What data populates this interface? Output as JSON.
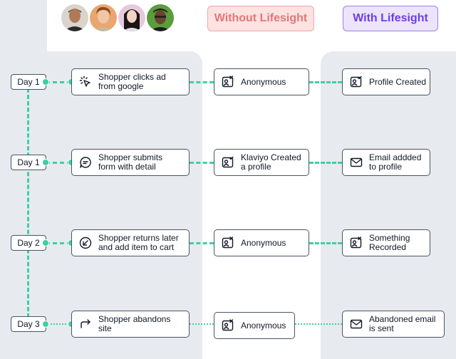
{
  "headers": {
    "without": "Without Lifesight",
    "with": "With Lifesight"
  },
  "avatars": [
    {
      "name": "avatar-person-1",
      "bg": "#d9d4cc"
    },
    {
      "name": "avatar-person-2",
      "bg": "#e9a670"
    },
    {
      "name": "avatar-person-3",
      "bg": "#e7c9df"
    },
    {
      "name": "avatar-person-4",
      "bg": "#5a9d3c"
    }
  ],
  "rows": [
    {
      "day": "Day 1",
      "action": {
        "text": "Shopper clicks ad\nfrom google",
        "icon": "cursor-click-icon"
      },
      "without": {
        "text": "Anonymous",
        "icon": "profile-card-x-icon"
      },
      "with": {
        "text": "Profile Created",
        "icon": "profile-card-check-icon"
      }
    },
    {
      "day": "Day 1",
      "action": {
        "text": "Shopper submits\nform with detail",
        "icon": "chat-bubble-icon"
      },
      "without": {
        "text": "Klaviyo Created\na profile",
        "icon": "profile-card-check-icon"
      },
      "with": {
        "text": "Email addded\nto profile",
        "icon": "envelope-icon"
      }
    },
    {
      "day": "Day 2",
      "action": {
        "text": "Shopper returns later\nand add item to cart",
        "icon": "arrow-return-icon"
      },
      "without": {
        "text": "Anonymous",
        "icon": "profile-card-x-icon"
      },
      "with": {
        "text": "Something\nRecorded",
        "icon": "profile-card-x-icon"
      }
    },
    {
      "day": "Day 3",
      "action": {
        "text": "Shopper abandons\nsite",
        "icon": "redo-arrow-icon"
      },
      "without": {
        "text": "Anonymous",
        "icon": "profile-card-x-icon"
      },
      "with": {
        "text": "Abandoned email\nis sent",
        "icon": "envelope-icon"
      }
    }
  ],
  "colors": {
    "connector": "#3ecfa6",
    "panel": "#e7eaee",
    "without_text": "#e27777",
    "with_text": "#6d3fe0"
  }
}
